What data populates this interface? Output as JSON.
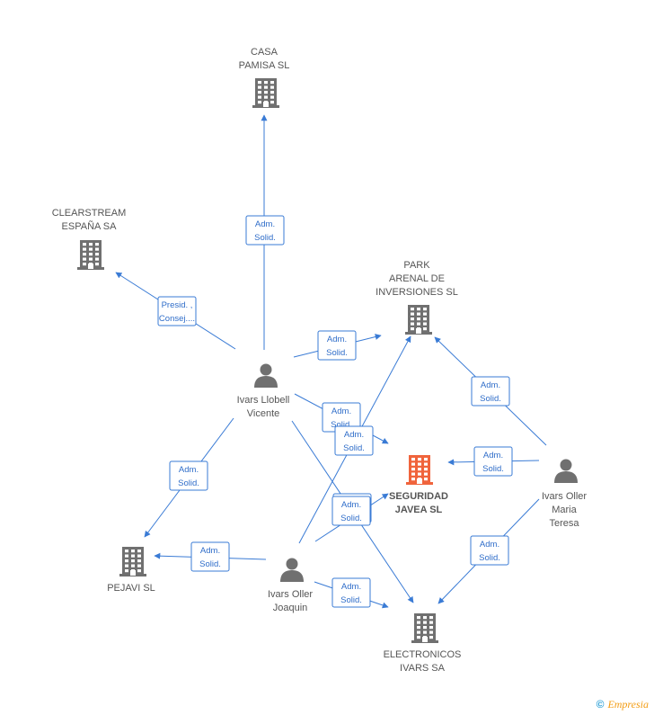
{
  "nodes": [
    {
      "id": "casa",
      "type": "company",
      "lines": [
        "CASA",
        "PAMISA SL"
      ]
    },
    {
      "id": "clear",
      "type": "company",
      "lines": [
        "CLEARSTREAM",
        "ESPAÑA SA"
      ]
    },
    {
      "id": "park",
      "type": "company",
      "lines": [
        "PARK",
        "ARENAL DE",
        "INVERSIONES SL"
      ]
    },
    {
      "id": "seg",
      "type": "company-main",
      "lines": [
        "SEGURIDAD",
        "JAVEA SL"
      ]
    },
    {
      "id": "pejavi",
      "type": "company",
      "lines": [
        "PEJAVI SL"
      ]
    },
    {
      "id": "elec",
      "type": "company",
      "lines": [
        "ELECTRONICOS",
        "IVARS SA"
      ]
    },
    {
      "id": "llobell",
      "type": "person",
      "lines": [
        "Ivars Llobell",
        "Vicente"
      ]
    },
    {
      "id": "maria",
      "type": "person",
      "lines": [
        "Ivars Oller",
        "Maria",
        "Teresa"
      ]
    },
    {
      "id": "joaquin",
      "type": "person",
      "lines": [
        "Ivars Oller",
        "Joaquin"
      ]
    }
  ],
  "relations": [
    {
      "from": "llobell",
      "to": "casa",
      "lines": [
        "Adm.",
        "Solid."
      ]
    },
    {
      "from": "llobell",
      "to": "clear",
      "lines": [
        "Presid. ,",
        "Consej...."
      ]
    },
    {
      "from": "llobell",
      "to": "park",
      "lines": [
        "Adm.",
        "Solid."
      ]
    },
    {
      "from": "llobell",
      "to": "seg",
      "lines": [
        "Adm.",
        "Solid."
      ]
    },
    {
      "from": "llobell",
      "to": "pejavi",
      "lines": [
        "Adm.",
        "Solid."
      ]
    },
    {
      "from": "llobell",
      "to": "elec",
      "lines": [
        "Adm.",
        "Solid."
      ]
    },
    {
      "from": "joaquin",
      "to": "park",
      "lines": [
        "Adm.",
        "Solid."
      ]
    },
    {
      "from": "joaquin",
      "to": "seg",
      "lines": [
        "Adm.",
        "Solid."
      ]
    },
    {
      "from": "joaquin",
      "to": "pejavi",
      "lines": [
        "Adm.",
        "Solid."
      ]
    },
    {
      "from": "joaquin",
      "to": "elec",
      "lines": [
        "Adm.",
        "Solid."
      ]
    },
    {
      "from": "maria",
      "to": "park",
      "lines": [
        "Adm.",
        "Solid."
      ]
    },
    {
      "from": "maria",
      "to": "seg",
      "lines": [
        "Adm.",
        "Solid."
      ]
    },
    {
      "from": "maria",
      "to": "elec",
      "lines": [
        "Adm.",
        "Solid."
      ]
    }
  ],
  "colors": {
    "edge": "#3a7bd5",
    "company": "#707070",
    "main_company": "#f0643c",
    "person": "#707070"
  },
  "footer": {
    "copyright_symbol": "©",
    "brand": "Empresia"
  }
}
